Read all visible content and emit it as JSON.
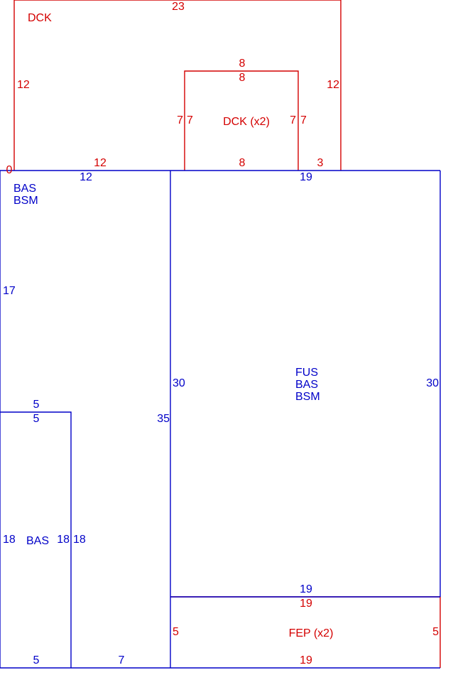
{
  "colors": {
    "red": "#d40000",
    "blue": "#0000c8",
    "background": "#ffffff"
  },
  "areas": {
    "deck_main": {
      "name": "DCK",
      "dims": {
        "top": "23",
        "left": "12",
        "right": "12",
        "bottom_left": "12",
        "bottom_right": "3",
        "origin": "0"
      }
    },
    "deck_inner": {
      "name": "DCK (x2)",
      "dims": {
        "top_outer": "8",
        "top_inner": "8",
        "left_outer": "7",
        "left_inner": "7",
        "right_inner": "7",
        "right_outer": "7",
        "bottom": "8"
      }
    },
    "bas_bsm_left": {
      "name_line1": "BAS",
      "name_line2": "BSM",
      "dims": {
        "top": "12",
        "left": "17",
        "right": "35",
        "bottom": "7"
      }
    },
    "bas_small": {
      "name": "BAS",
      "dims": {
        "top_outer": "5",
        "top_inner": "5",
        "left": "18",
        "right_inner": "18",
        "right_outer": "18",
        "bottom": "5"
      }
    },
    "fus_main": {
      "name_line1": "FUS",
      "name_line2": "BAS",
      "name_line3": "BSM",
      "dims": {
        "top": "19",
        "left": "30",
        "right": "30",
        "bottom": "19"
      }
    },
    "fep": {
      "name": "FEP (x2)",
      "dims": {
        "top": "19",
        "left": "5",
        "right": "5",
        "bottom": "19"
      }
    }
  }
}
